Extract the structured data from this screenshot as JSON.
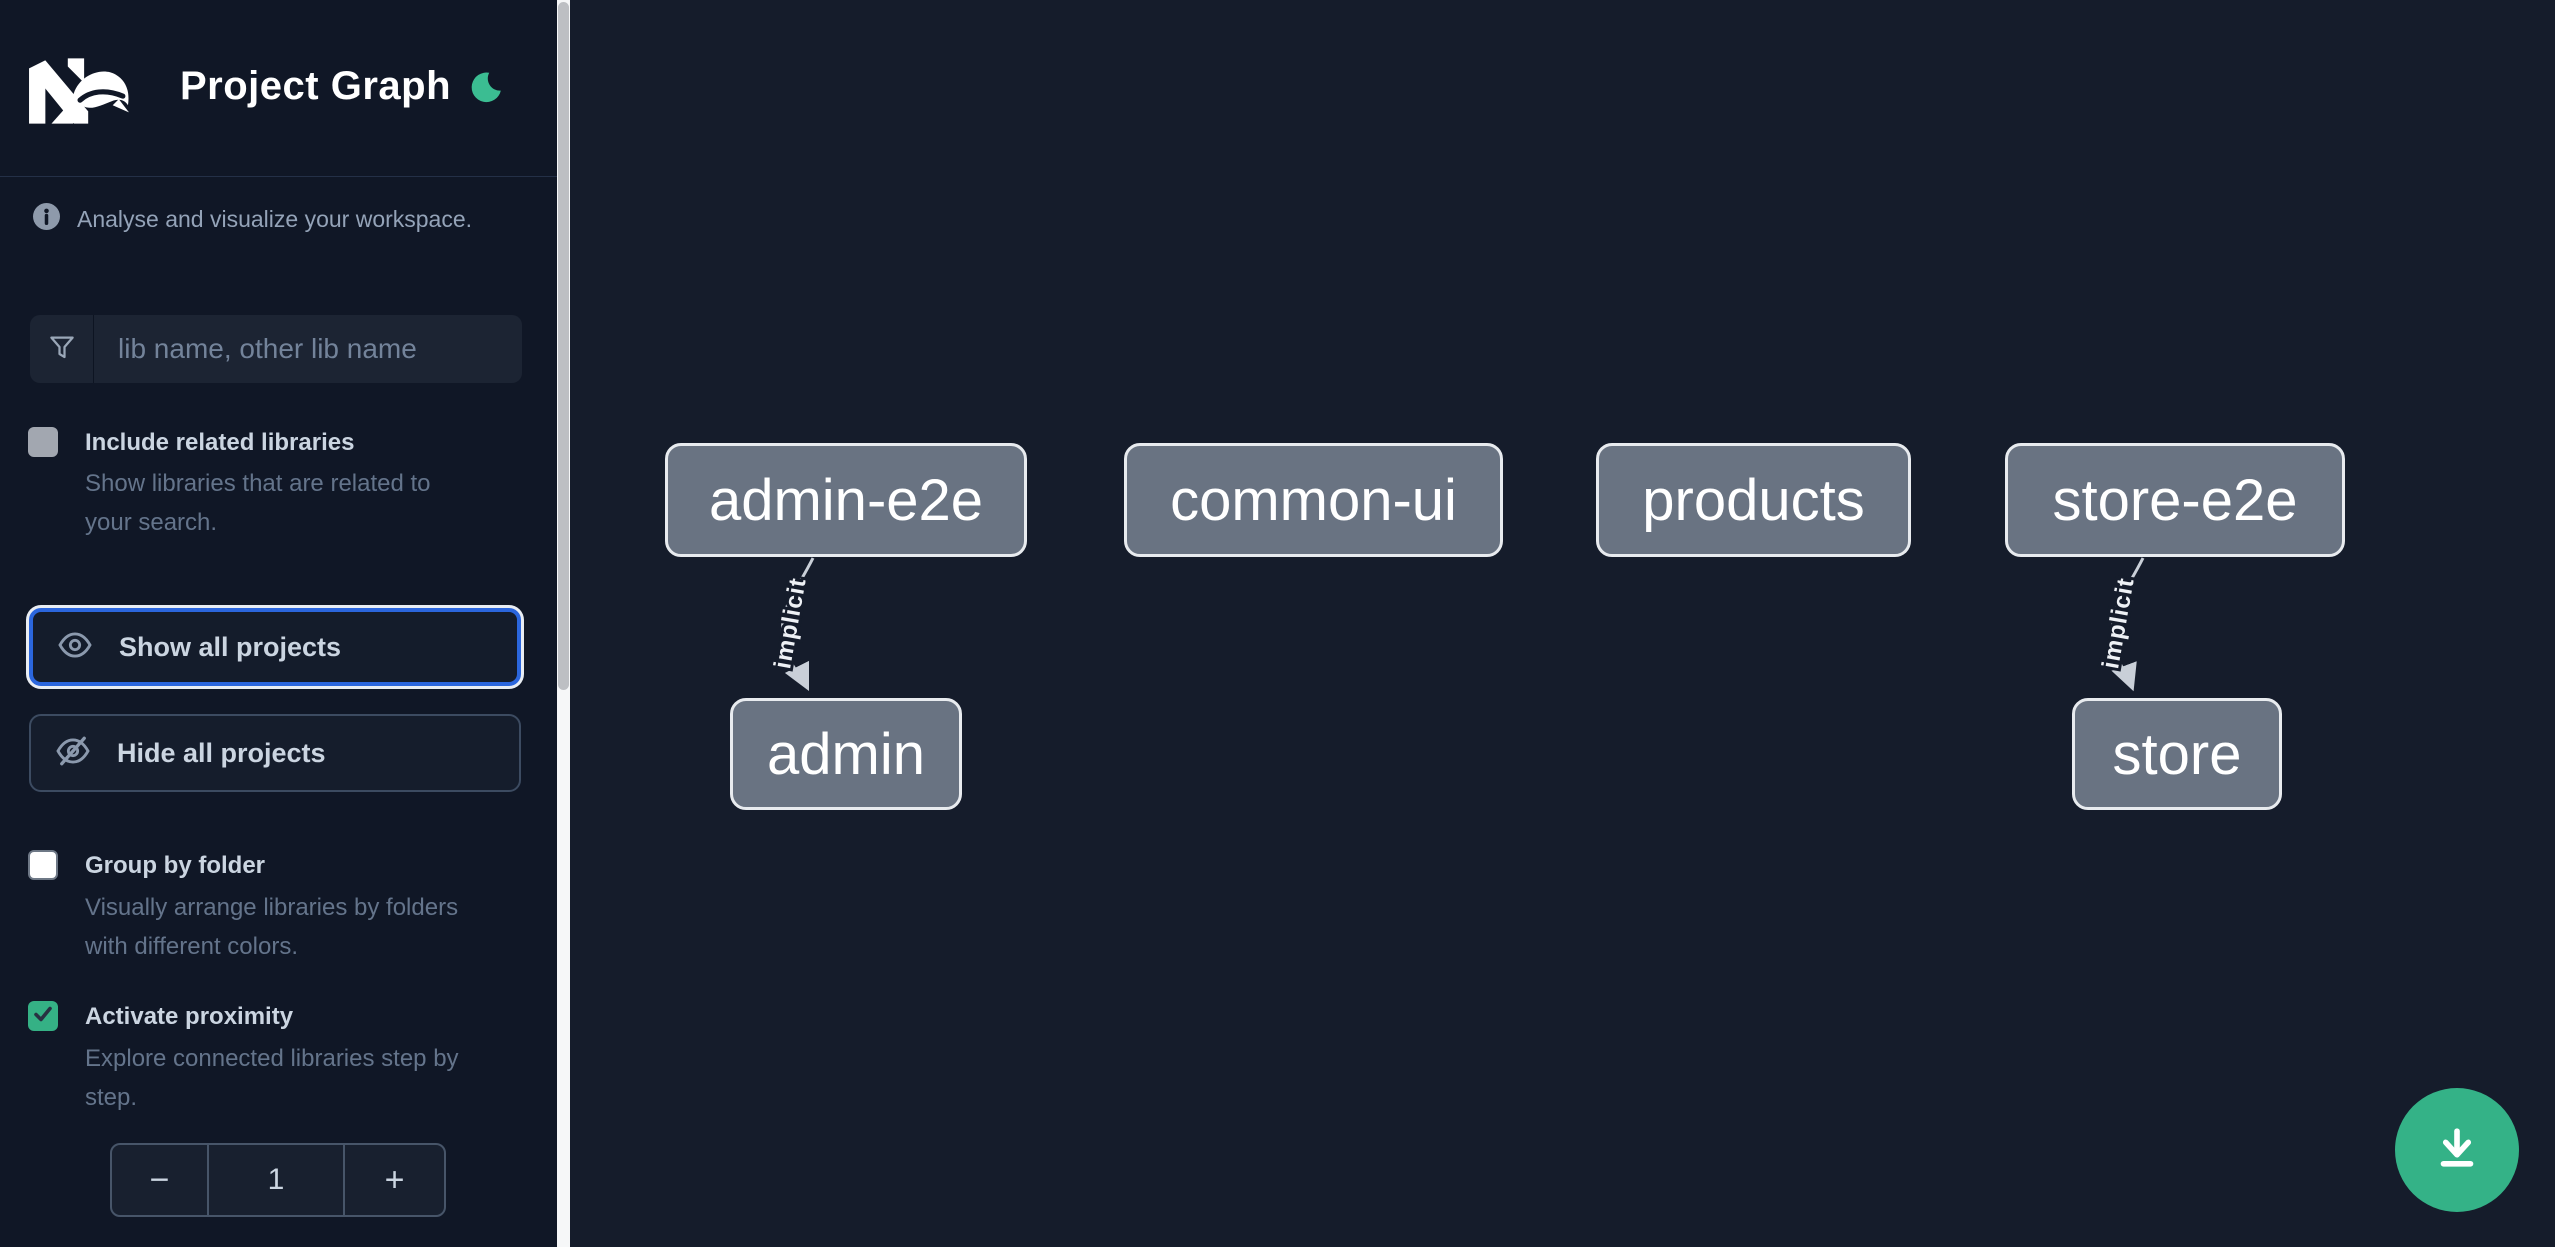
{
  "header": {
    "title": "Project Graph"
  },
  "sidebar": {
    "tagline": "Analyse and visualize your workspace.",
    "filter": {
      "placeholder": "lib name, other lib name"
    },
    "options": [
      {
        "label": "Include related libraries",
        "description": "Show libraries that are related to your search.",
        "checked": false
      },
      {
        "label": "Group by folder",
        "description": "Visually arrange libraries by folders with different colors.",
        "checked": false
      },
      {
        "label": "Activate proximity",
        "description": "Explore connected libraries step by step.",
        "checked": true
      }
    ],
    "buttons": {
      "show_all": "Show all projects",
      "hide_all": "Hide all projects"
    },
    "stepper": {
      "decrement": "−",
      "value": "1",
      "increment": "+"
    }
  },
  "graph": {
    "nodes": [
      {
        "id": "admin-e2e",
        "label": "admin-e2e"
      },
      {
        "id": "common-ui",
        "label": "common-ui"
      },
      {
        "id": "products",
        "label": "products"
      },
      {
        "id": "store-e2e",
        "label": "store-e2e"
      },
      {
        "id": "admin",
        "label": "admin"
      },
      {
        "id": "store",
        "label": "store"
      }
    ],
    "edges": [
      {
        "from": "admin-e2e",
        "to": "admin",
        "label": "implicit"
      },
      {
        "from": "store-e2e",
        "to": "store",
        "label": "implicit"
      }
    ]
  },
  "colors": {
    "accent_teal": "#34b287",
    "focus_blue": "#2b66dd",
    "sidebar_bg": "#101726",
    "canvas_bg": "#151c2b",
    "node_fill": "#697382",
    "node_border": "#e8ebef",
    "edge_stroke": "#c9cfd8"
  }
}
